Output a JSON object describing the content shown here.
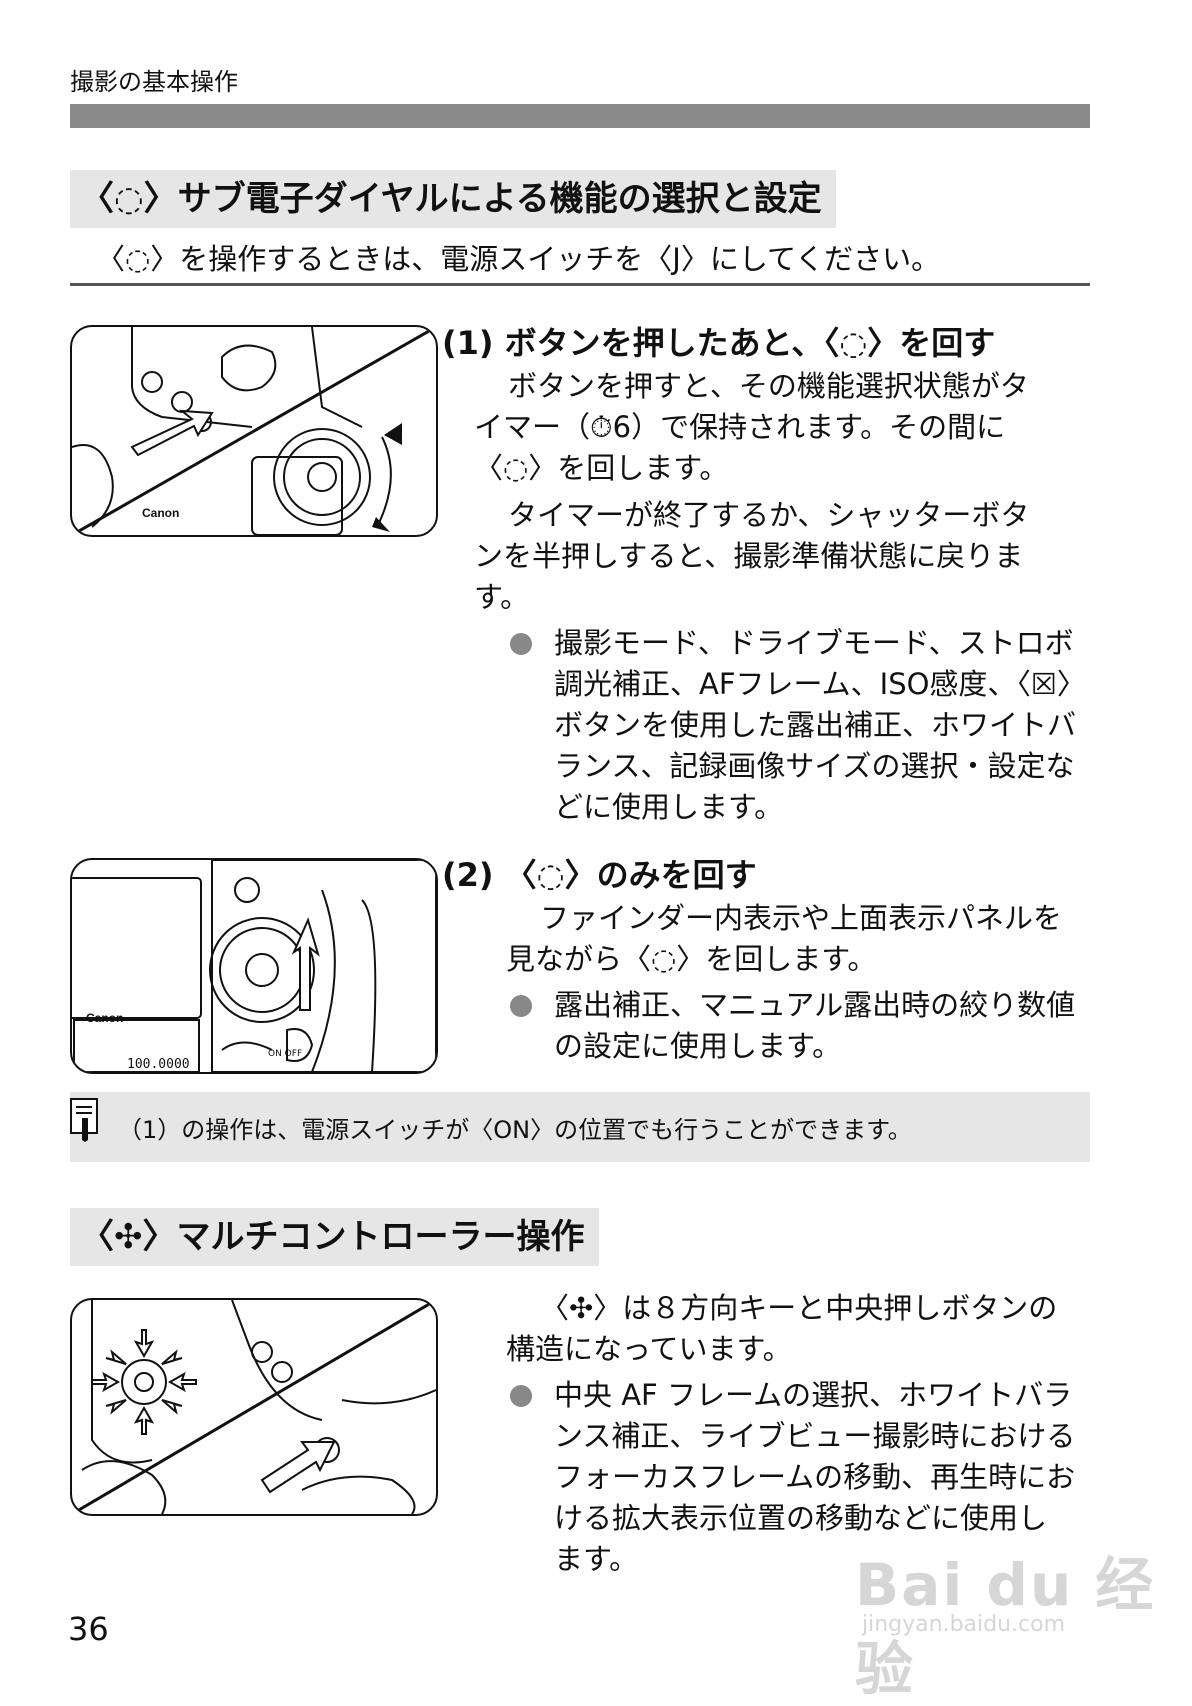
{
  "header": {
    "running_title": "撮影の基本操作"
  },
  "section1": {
    "title": "〈◌〉サブ電子ダイヤルによる機能の選択と設定",
    "intro": "〈◌〉を操作するときは、電源スイッチを〈J〉にしてください。",
    "step1": {
      "heading": "(1) ボタンを押したあと、〈◌〉を回す",
      "p1_lines": [
        "ボタンを押すと、その機能選択状態がタ",
        "イマー（⏱6）で保持されます。その間に",
        "〈◌〉を回します。"
      ],
      "p2_lines": [
        "タイマーが終了するか、シャッターボタ",
        "ンを半押しすると、撮影準備状態に戻りま",
        "す。"
      ],
      "bullet_lines": [
        "撮影モード、ドライブモード、ストロボ",
        "調光補正、AFフレーム、ISO感度、〈☒〉",
        "ボタンを使用した露出補正、ホワイトバ",
        "ランス、記録画像サイズの選択・設定な",
        "どに使用します。"
      ]
    },
    "step2": {
      "heading": "(2) 〈◌〉のみを回す",
      "p1_lines": [
        "ファインダー内表示や上面表示パネルを",
        "見ながら〈◌〉を回します。"
      ],
      "bullet_lines": [
        "露出補正、マニュアル露出時の絞り数値",
        "の設定に使用します。"
      ]
    },
    "note": "（1）の操作は、電源スイッチが〈ON〉の位置でも行うことができます。"
  },
  "section2": {
    "title": "〈✣〉マルチコントローラー操作",
    "p1_lines": [
      "〈✣〉は８方向キーと中央押しボタンの",
      "構造になっています。"
    ],
    "bullet_lines": [
      "中央 AF フレームの選択、ホワイトバラ",
      "ンス補正、ライブビュー撮影時における",
      "フォーカスフレームの移動、再生時にお",
      "ける拡大表示位置の移動などに使用し",
      "ます。"
    ]
  },
  "illustration_labels": {
    "brand1": "Canon",
    "brand2": "Canon",
    "readout": "100.0000",
    "on_off": "ON OFF"
  },
  "footer": {
    "page_number": "36"
  },
  "watermark": {
    "logo": "Bai du 经验",
    "url": "jingyan.baidu.com"
  }
}
